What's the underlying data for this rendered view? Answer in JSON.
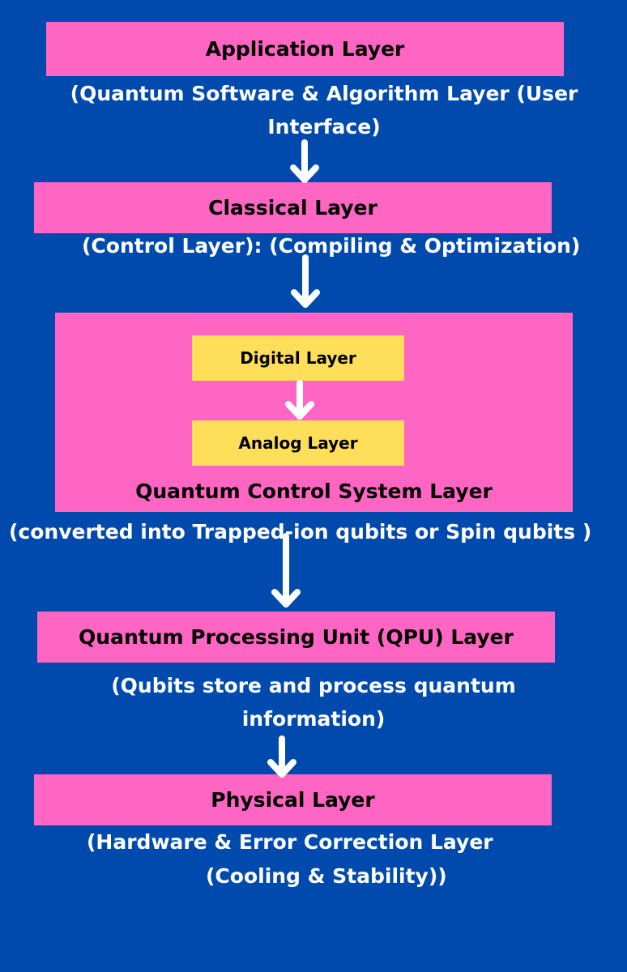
{
  "colors": {
    "background": "#004aad",
    "layer_box": "#ff66c4",
    "sub_layer_box": "#ffde59",
    "arrow": "#ffffff"
  },
  "layers": {
    "application": {
      "label": "Application Layer",
      "desc_line1": "(Quantum Software & Algorithm Layer (User",
      "desc_line2": "Interface)"
    },
    "classical": {
      "label": "Classical  Layer",
      "desc": "(Control Layer): (Compiling & Optimization)"
    },
    "quantum_control": {
      "label": "Quantum Control  System Layer",
      "digital": "Digital  Layer",
      "analog": "Analog  Layer",
      "desc": "(converted into Trapped-ion qubits or Spin qubits  )"
    },
    "qpu": {
      "label": "Quantum Processing Unit (QPU) Layer",
      "desc_line1": "(Qubits store and process quantum",
      "desc_line2": "information)"
    },
    "physical": {
      "label": "Physical  Layer",
      "desc_line1": "(Hardware & Error Correction Layer",
      "desc_line2": "(Cooling & Stability))"
    }
  }
}
